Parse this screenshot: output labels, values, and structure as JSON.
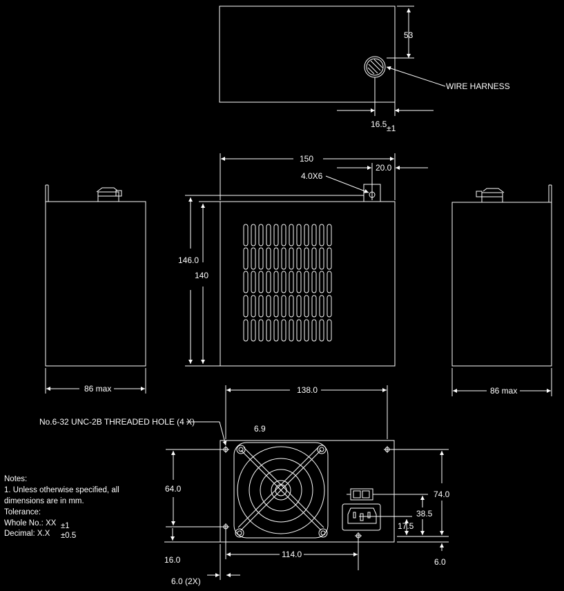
{
  "labels": {
    "wire_harness": "WIRE HARNESS",
    "dim_53": "53",
    "dim_16_5": "16.5",
    "tol_1": "±1",
    "dim_150": "150",
    "dim_20_0": "20.0",
    "dim_4_0x6": "4.0X6",
    "dim_146_0": "146.0",
    "dim_140": "140",
    "dim_86_max": "86 max",
    "dim_138_0": "138.0",
    "threaded_hole": "No.6-32 UNC-2B THREADED HOLE (4 X)",
    "dim_6_9": "6.9",
    "dim_64_0": "64.0",
    "dim_74_0": "74.0",
    "dim_38_5": "38.5",
    "dim_17_5": "17.5",
    "dim_16_0": "16.0",
    "dim_114_0": "114.0",
    "dim_6_0": "6.0",
    "dim_6_0_2x": "6.0 (2X)"
  },
  "notes": {
    "title": "Notes:",
    "line1": "1.  Unless otherwise specified, all",
    "line2": "dimensions are in mm.",
    "line3": "Tolerance:",
    "line4_label": "Whole No.:  XX",
    "line4_tol": "±1",
    "line5_label": "Decimal:    X.X",
    "line5_tol": "±0.5"
  }
}
